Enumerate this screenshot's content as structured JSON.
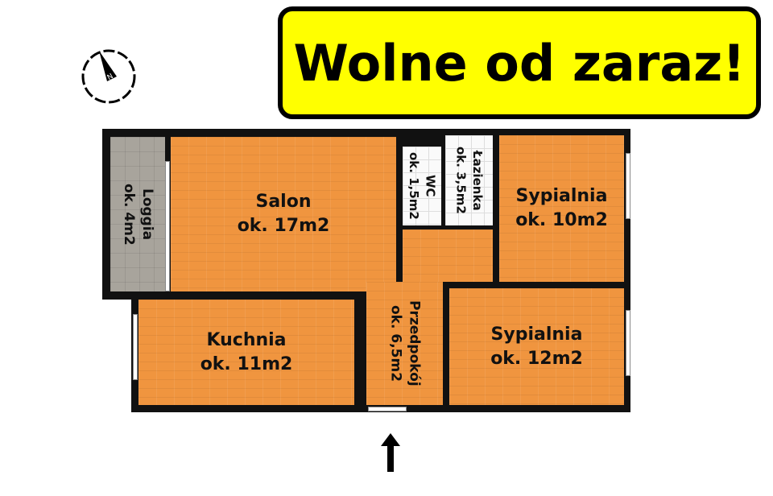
{
  "banner": {
    "text": "Wolne od zaraz!",
    "bg_color": "#ffff00"
  },
  "compass": {
    "label": "N"
  },
  "rooms": [
    {
      "name": "Loggia",
      "area": "ok. 4m2"
    },
    {
      "name": "Salon",
      "area": "ok. 17m2"
    },
    {
      "name": "WC",
      "area": "ok. 1,5m2"
    },
    {
      "name": "Łazienka",
      "area": "ok. 3,5m2"
    },
    {
      "name": "Sypialnia",
      "area": "ok. 10m2"
    },
    {
      "name": "Kuchnia",
      "area": "ok. 11m2"
    },
    {
      "name": "Przedpokój",
      "area": "ok. 6,5m2"
    },
    {
      "name": "Sypialnia",
      "area": "ok. 12m2"
    }
  ],
  "colors": {
    "floor": "#f0953f",
    "wall": "#111111",
    "loggia": "#a8a49c"
  }
}
